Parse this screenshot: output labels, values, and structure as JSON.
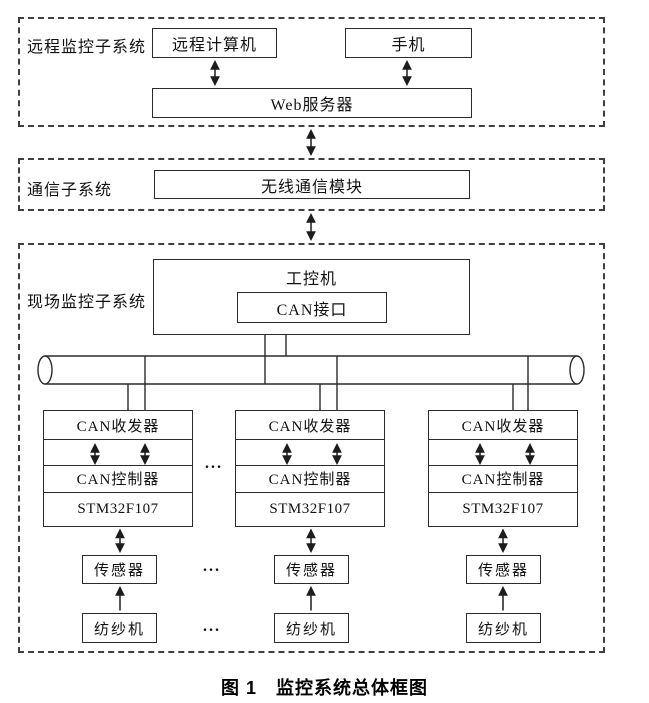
{
  "figure": {
    "caption": "图 1　监控系统总体框图"
  },
  "colors": {
    "line": "#2b2b2b",
    "text": "#111111",
    "background": "#ffffff"
  },
  "remote_subsystem": {
    "label": "远程监控子系统",
    "computer": "远程计算机",
    "phone": "手机",
    "web_server": "Web服务器"
  },
  "comm_subsystem": {
    "label": "通信子系统",
    "wireless_module": "无线通信模块"
  },
  "field_subsystem": {
    "label": "现场监控子系统",
    "ipc": "工控机",
    "can_interface": "CAN接口",
    "node": {
      "transceiver": "CAN收发器",
      "controller": "CAN控制器",
      "mcu": "STM32F107"
    },
    "sensor": "传感器",
    "machine": "纺纱机",
    "ellipsis": "..."
  }
}
